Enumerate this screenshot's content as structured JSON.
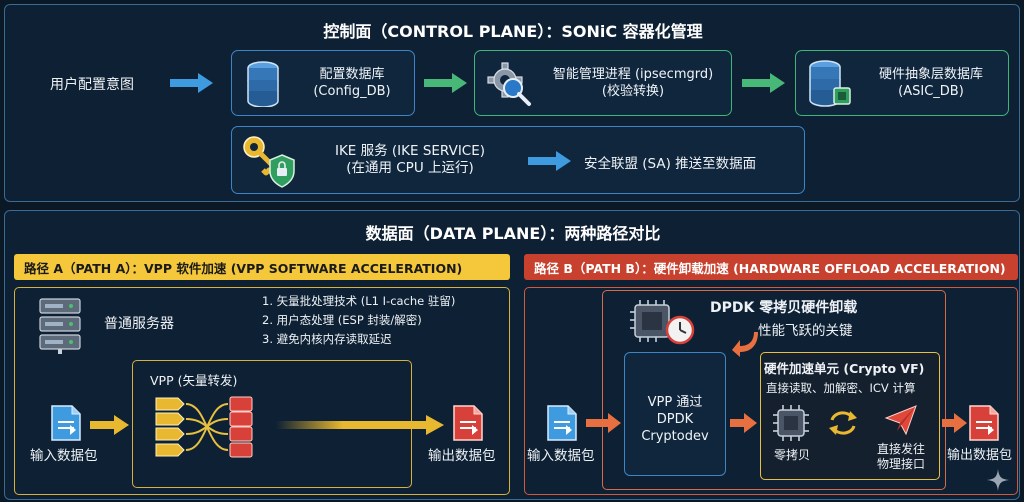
{
  "control_plane": {
    "title": "控制面（CONTROL PLANE）：SONiC 容器化管理",
    "user_intent": "用户配置意图",
    "config_db": {
      "line1": "配置数据库",
      "line2": "(Config_DB)"
    },
    "ipsecmgrd": {
      "line1": "智能管理进程 (ipsecmgrd)",
      "line2": "(校验转换)"
    },
    "asic_db": {
      "line1": "硬件抽象层数据库",
      "line2": "(ASIC_DB)"
    },
    "ike": {
      "line1": "IKE 服务 (IKE SERVICE)",
      "line2": "(在通用 CPU 上运行)"
    },
    "sa_push": "安全联盟 (SA) 推送至数据面"
  },
  "data_plane": {
    "title": "数据面（DATA PLANE）：两种路径对比",
    "path_a": {
      "header": "路径 A（PATH A）：VPP 软件加速 (VPP SOFTWARE ACCELERATION)",
      "server_label": "普通服务器",
      "points": [
        "1. 矢量批处理技术 (L1 I-cache 驻留)",
        "2. 用户态处理 (ESP 封装/解密)",
        "3. 避免内核内存读取延迟"
      ],
      "vpp_label": "VPP (矢量转发)",
      "input_label": "输入数据包",
      "output_label": "输出数据包"
    },
    "path_b": {
      "header": "路径 B（PATH B）：硬件卸载加速 (HARDWARE OFFLOAD ACCELERATION)",
      "dpdk_title": "DPDK 零拷贝硬件卸载",
      "dpdk_sub": "性能飞跃的关键",
      "vpp_dpdk": {
        "line1": "VPP 通过",
        "line2": "DPDK",
        "line3": "Cryptodev"
      },
      "crypto_title": "硬件加速单元 (Crypto VF)",
      "crypto_sub": "直接读取、加解密、ICV 计算",
      "zero_copy": "零拷贝",
      "send_line1": "直接发往",
      "send_line2": "物理接口",
      "input_label": "输入数据包",
      "output_label": "输出数据包"
    }
  },
  "colors": {
    "background": "#0b1826",
    "control_border": "#3b6a92",
    "node_blue": "#3f84c4",
    "node_green": "#3fb57a",
    "path_a_yellow": "#f4c83a",
    "path_b_red": "#c8402e",
    "arrow_blue": "#3e9be0",
    "arrow_green": "#48b878"
  },
  "icons": [
    "database-icon",
    "gear-magnifier-icon",
    "database-chip-icon",
    "key-shield-icon",
    "server-rack-icon",
    "document-icon",
    "chip-clock-icon",
    "chip-icon",
    "refresh-arrows-icon",
    "paper-plane-icon"
  ]
}
